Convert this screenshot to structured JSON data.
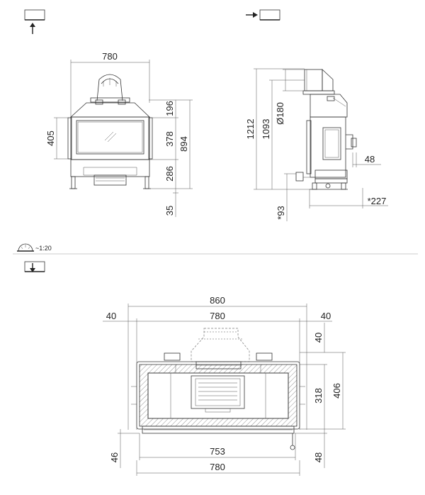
{
  "scale": {
    "label": "~1:20",
    "icon": "scale-ruler-icon"
  },
  "view_icons": [
    "view-front-icon",
    "view-side-icon",
    "view-top-icon"
  ],
  "front_view": {
    "width": "780",
    "opening_height": "405",
    "segments": [
      "196",
      "378",
      "286"
    ],
    "total_height": "894",
    "foot": "35"
  },
  "side_view": {
    "height_total": "1212",
    "height_flue": "1093",
    "flue_diameter": "Ø180",
    "handle": "48",
    "depth": "*227",
    "inlet": "*93"
  },
  "plan_view": {
    "outer_width": "860",
    "inner_width": "780",
    "left_offset": "40",
    "right_offset": "40",
    "top_offset": "40",
    "depth_318": "318",
    "depth_406": "406",
    "front_46": "46",
    "front_48": "48",
    "glass_width": "753",
    "bottom_width": "780"
  }
}
